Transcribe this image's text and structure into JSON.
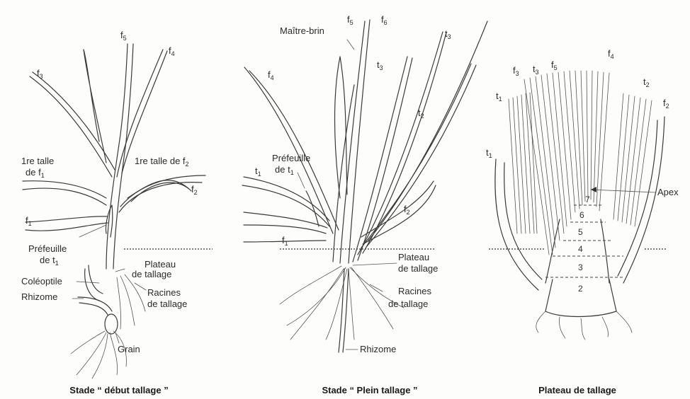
{
  "panel1": {
    "caption": "Stade “ début tallage ”",
    "labels": {
      "f5": "f",
      "f5s": "5",
      "f4": "f",
      "f4s": "4",
      "f3": "f",
      "f3s": "3",
      "talle1a": "1re talle",
      "talle1b": "de f",
      "talle1bs": "1",
      "talle2": "1re talle de f",
      "talle2s": "2",
      "f2": "f",
      "f2s": "2",
      "f1": "f",
      "f1s": "1",
      "prefeuilleA": "Préfeuille",
      "prefeuilleB": "de t",
      "prefeuilleBs": "1",
      "coleoptile": "Coléoptile",
      "rhizome": "Rhizome",
      "plateauA": "Plateau",
      "plateauB": "de tallage",
      "racinesA": "Racines",
      "racinesB": "de tallage",
      "grain": "Grain"
    }
  },
  "panel2": {
    "caption": "Stade “ Plein tallage ”",
    "labels": {
      "maitre": "Maître-brin",
      "f5": "f",
      "f5s": "5",
      "f6": "f",
      "f6s": "6",
      "t3a": "t",
      "t3as": "3",
      "t3b": "t",
      "t3bs": "3",
      "f4": "f",
      "f4s": "4",
      "t2": "t",
      "t2s": "2",
      "prefeuilleA": "Préfeuille",
      "prefeuilleB": "de t",
      "prefeuilleBs": "1",
      "t1": "t",
      "t1s": "1",
      "f2": "f",
      "f2s": "2",
      "f1": "f",
      "f1s": "1",
      "plateauA": "Plateau",
      "plateauB": "de tallage",
      "racinesA": "Racines",
      "racinesB": "de tallage",
      "rhizome": "Rhizome"
    }
  },
  "panel3": {
    "caption": "Plateau de tallage",
    "labels": {
      "f3": "f",
      "f3s": "3",
      "t3": "t",
      "t3s": "3",
      "f5": "f",
      "f5s": "5",
      "f4": "f",
      "f4s": "4",
      "t1a": "t",
      "t1as": "1",
      "t2": "t",
      "t2s": "2",
      "f2": "f",
      "f2s": "2",
      "t1b": "t",
      "t1bs": "1",
      "apex": "Apex"
    },
    "nodes": [
      "7",
      "6",
      "5",
      "4",
      "3",
      "2"
    ]
  }
}
